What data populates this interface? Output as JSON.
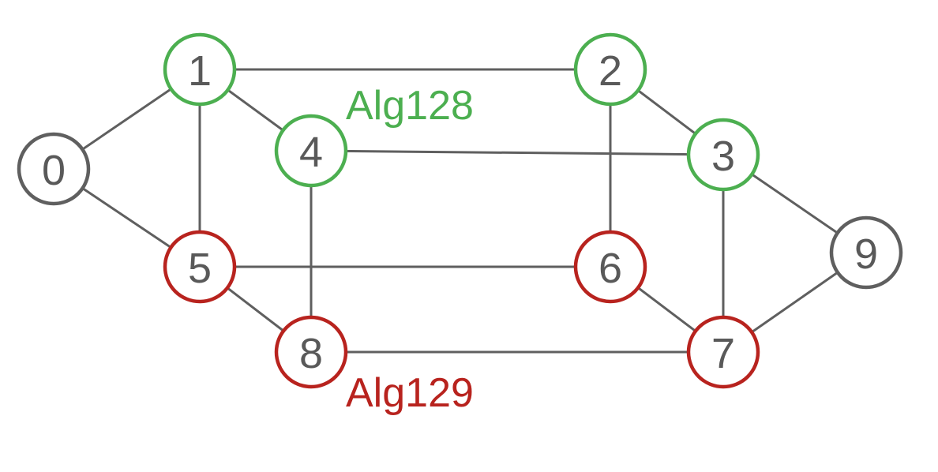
{
  "colors": {
    "default_stroke": "#5f5f5f",
    "edge": "#5f5f5f",
    "green": "#4caf50",
    "red": "#b8231e",
    "label_text": "#595959"
  },
  "nodes": [
    {
      "id": "0",
      "label": "0",
      "group": "default"
    },
    {
      "id": "1",
      "label": "1",
      "group": "green"
    },
    {
      "id": "2",
      "label": "2",
      "group": "green"
    },
    {
      "id": "3",
      "label": "3",
      "group": "green"
    },
    {
      "id": "4",
      "label": "4",
      "group": "green"
    },
    {
      "id": "5",
      "label": "5",
      "group": "red"
    },
    {
      "id": "6",
      "label": "6",
      "group": "red"
    },
    {
      "id": "7",
      "label": "7",
      "group": "red"
    },
    {
      "id": "8",
      "label": "8",
      "group": "red"
    },
    {
      "id": "9",
      "label": "9",
      "group": "default"
    }
  ],
  "edges": [
    [
      "0",
      "1"
    ],
    [
      "0",
      "5"
    ],
    [
      "1",
      "2"
    ],
    [
      "1",
      "4"
    ],
    [
      "1",
      "5"
    ],
    [
      "2",
      "3"
    ],
    [
      "2",
      "6"
    ],
    [
      "3",
      "4"
    ],
    [
      "3",
      "7"
    ],
    [
      "3",
      "9"
    ],
    [
      "4",
      "8"
    ],
    [
      "5",
      "6"
    ],
    [
      "5",
      "8"
    ],
    [
      "6",
      "7"
    ],
    [
      "7",
      "8"
    ],
    [
      "7",
      "9"
    ]
  ],
  "group_labels": {
    "green": "Alg128",
    "red": "Alg129"
  }
}
